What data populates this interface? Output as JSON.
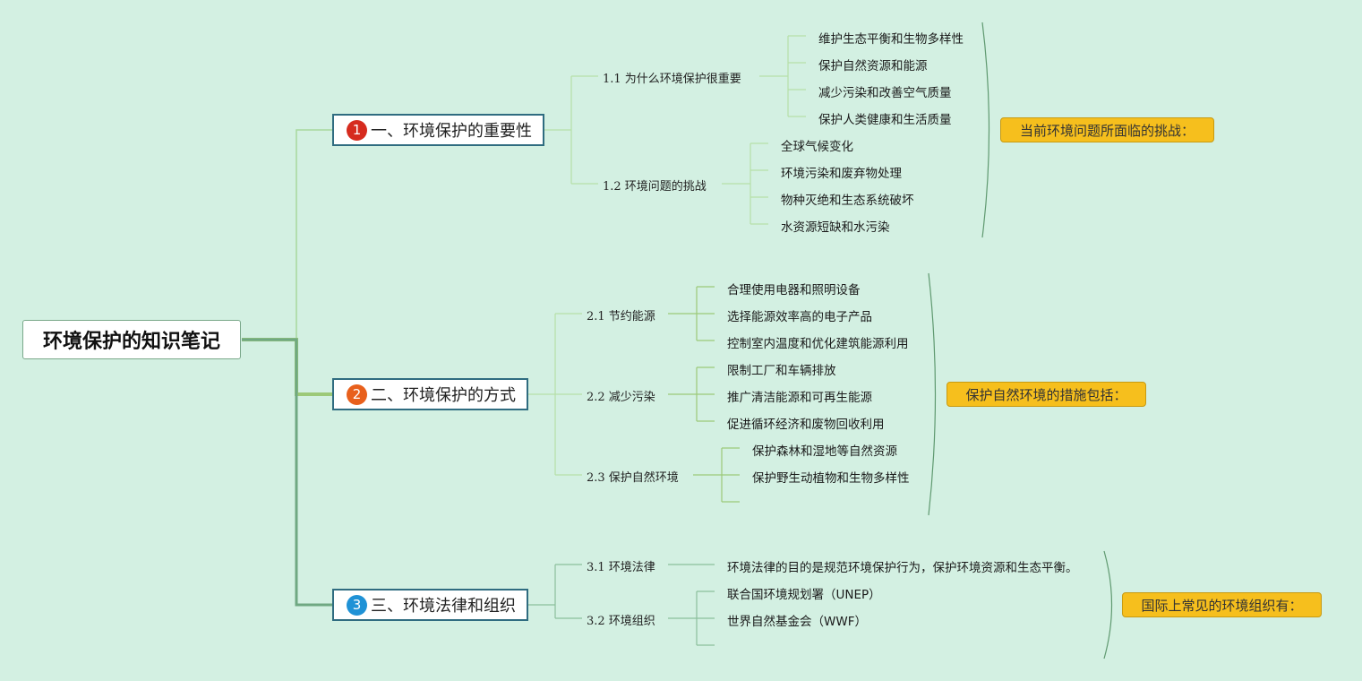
{
  "colors": {
    "background": "#d3f0e2",
    "badge1": "#d62b1e",
    "badge2": "#e8601c",
    "badge3": "#1f92d6",
    "summary_fill": "#f6bf1d",
    "main_border": "#2f6c80"
  },
  "root": {
    "title": "环境保护的知识笔记"
  },
  "branches": [
    {
      "number": "1",
      "title": "一、环境保护的重要性",
      "subtopics": [
        {
          "label": "1.1 为什么环境保护很重要",
          "items": [
            "维护生态平衡和生物多样性",
            "保护自然资源和能源",
            "减少污染和改善空气质量",
            "保护人类健康和生活质量"
          ]
        },
        {
          "label": "1.2 环境问题的挑战",
          "items": [
            "全球气候变化",
            "环境污染和废弃物处理",
            "物种灭绝和生态系统破坏",
            "水资源短缺和水污染"
          ]
        }
      ],
      "summary": "当前环境问题所面临的挑战："
    },
    {
      "number": "2",
      "title": "二、环境保护的方式",
      "subtopics": [
        {
          "label": "2.1 节约能源",
          "items": [
            "合理使用电器和照明设备",
            "选择能源效率高的电子产品",
            "控制室内温度和优化建筑能源利用"
          ]
        },
        {
          "label": "2.2 减少污染",
          "items": [
            "限制工厂和车辆排放",
            "推广清洁能源和可再生能源",
            "促进循环经济和废物回收利用"
          ]
        },
        {
          "label": "2.3 保护自然环境",
          "items": [
            "保护森林和湿地等自然资源",
            "保护野生动植物和生物多样性"
          ]
        }
      ],
      "summary": "保护自然环境的措施包括："
    },
    {
      "number": "3",
      "title": "三、环境法律和组织",
      "subtopics": [
        {
          "label": "3.1 环境法律",
          "items": [
            "环境法律的目的是规范环境保护行为，保护环境资源和生态平衡。"
          ]
        },
        {
          "label": "3.2 环境组织",
          "items": [
            "联合国环境规划署（UNEP）",
            "世界自然基金会（WWF）"
          ]
        }
      ],
      "summary": "国际上常见的环境组织有："
    }
  ]
}
